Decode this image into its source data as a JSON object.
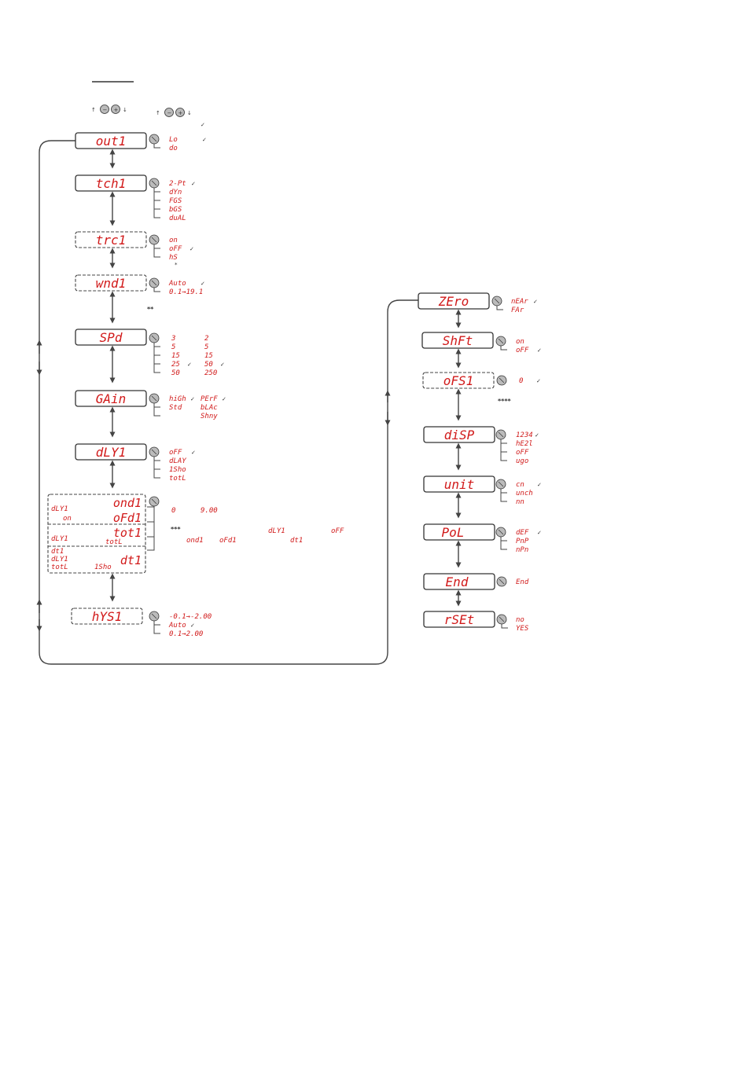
{
  "colors": {
    "segment": "#d11a1a",
    "line": "#444444",
    "box_stroke": "#333333",
    "button_fill": "#bbbbbb"
  },
  "legend": {
    "buttons_left": {
      "up_arrow": "↑",
      "minus": "−",
      "plus": "+",
      "down_arrow": "↓"
    },
    "buttons_right": {
      "up_arrow": "↑",
      "minus": "−",
      "plus": "+",
      "down_arrow": "↓"
    },
    "check": "✓"
  },
  "left_menu": {
    "out1": {
      "display": "out1",
      "options": [
        {
          "text": "Lo",
          "check": "✓"
        },
        {
          "text": "do"
        }
      ]
    },
    "tch1": {
      "display": "tch1",
      "options": [
        {
          "text": "2-Pt",
          "check": "✓"
        },
        {
          "text": "dYn"
        },
        {
          "text": "FGS"
        },
        {
          "text": "bGS"
        },
        {
          "text": "duAL"
        }
      ]
    },
    "trc1": {
      "display": "trc1",
      "options": [
        {
          "text": "on"
        },
        {
          "text": "oFF",
          "check": "✓"
        },
        {
          "text": "hS"
        }
      ],
      "note": "*"
    },
    "wnd1": {
      "display": "wnd1",
      "options": [
        {
          "text": "Auto",
          "check": "✓"
        },
        {
          "text": "0.1→19.1"
        }
      ],
      "note": "**"
    },
    "spd": {
      "display": "SPd",
      "col1": [
        {
          "text": "3"
        },
        {
          "text": "5"
        },
        {
          "text": "15"
        },
        {
          "text": "25",
          "check": "✓"
        },
        {
          "text": "50"
        }
      ],
      "col2": [
        {
          "text": "2"
        },
        {
          "text": "5"
        },
        {
          "text": "15"
        },
        {
          "text": "50",
          "check": "✓"
        },
        {
          "text": "250"
        }
      ]
    },
    "gain": {
      "display": "GAin",
      "col1": [
        {
          "text": "hiGh",
          "check": "✓"
        },
        {
          "text": "Std"
        }
      ],
      "col2": [
        {
          "text": "PErF",
          "check": "✓"
        },
        {
          "text": "bLAc"
        },
        {
          "text": "Shny"
        }
      ]
    },
    "dly1": {
      "display": "dLY1",
      "options": [
        {
          "text": "oFF",
          "check": "✓"
        },
        {
          "text": "dLAY"
        },
        {
          "text": "1Sho"
        },
        {
          "text": "totL"
        }
      ]
    },
    "timers": {
      "group1_labels": [
        "dLY1",
        "on"
      ],
      "ond1": "ond1",
      "ofd1": "oFd1",
      "tot1": "tot1",
      "group2_labels": [
        "dLY1",
        "totL"
      ],
      "dt1": "dt1",
      "group3_labels": [
        "dt1",
        "dLY1",
        "totL",
        "1Sho"
      ],
      "range_min": "0",
      "range_max": "9.00",
      "note_stars": "***",
      "note_codes": [
        "dLY1",
        "oFF",
        "ond1",
        "oFd1",
        "dt1"
      ]
    },
    "hys1": {
      "display": "hYS1",
      "options": [
        {
          "text": "-0.1→-2.00"
        },
        {
          "text": "Auto",
          "check": "✓"
        },
        {
          "text": "0.1→2.00"
        }
      ]
    }
  },
  "right_menu": {
    "zero": {
      "display": "ZEro",
      "options": [
        {
          "text": "nEAr",
          "check": "✓"
        },
        {
          "text": "FAr"
        }
      ]
    },
    "shft": {
      "display": "ShFt",
      "options": [
        {
          "text": "on"
        },
        {
          "text": "oFF",
          "check": "✓"
        }
      ]
    },
    "ofs1": {
      "display": "oFS1",
      "options": [
        {
          "text": "0",
          "check": "✓"
        }
      ],
      "note": "****"
    },
    "disp": {
      "display": "diSP",
      "options": [
        {
          "text": "1234",
          "check": "✓"
        },
        {
          "text": "hE2l"
        },
        {
          "text": "oFF"
        },
        {
          "text": "ugo"
        }
      ]
    },
    "unit": {
      "display": "unit",
      "options": [
        {
          "text": "cn",
          "check": "✓"
        },
        {
          "text": "unch"
        },
        {
          "text": "nn"
        }
      ]
    },
    "pol": {
      "display": "PoL",
      "options": [
        {
          "text": "dEF",
          "check": "✓"
        },
        {
          "text": "PnP"
        },
        {
          "text": "nPn"
        }
      ]
    },
    "end": {
      "display": "End",
      "options": [
        {
          "text": "End"
        }
      ]
    },
    "rset": {
      "display": "rSEt",
      "options": [
        {
          "text": "no"
        },
        {
          "text": "YES"
        }
      ]
    }
  }
}
